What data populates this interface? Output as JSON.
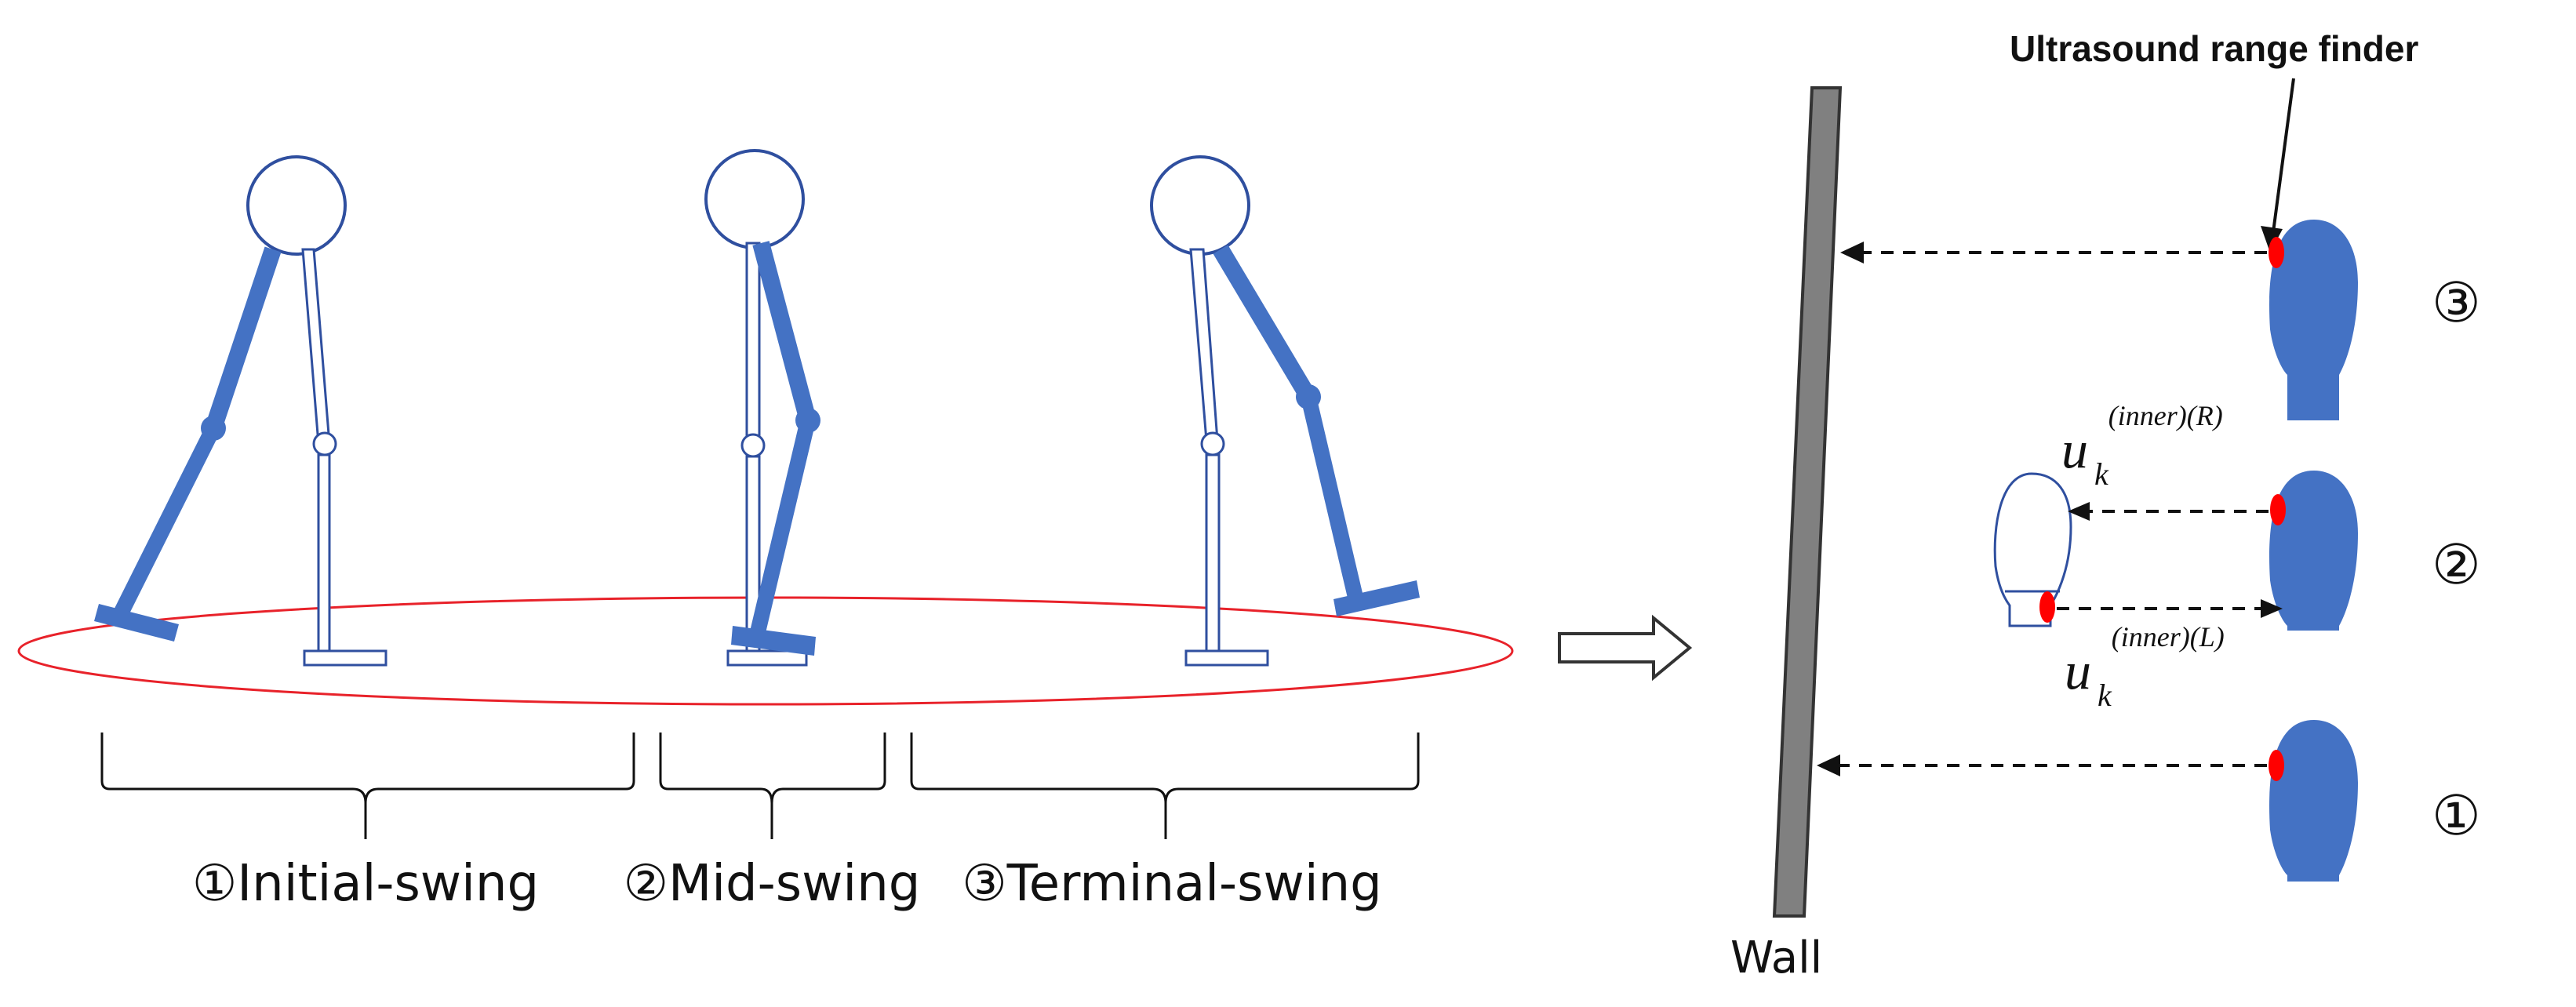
{
  "phases": [
    {
      "label": "①Initial-swing"
    },
    {
      "label": "②Mid-swing"
    },
    {
      "label": "③Terminal-swing"
    }
  ],
  "sensor": {
    "title": "Ultrasound range finder",
    "wall_label": "Wall",
    "markers": [
      "③",
      "②",
      "①"
    ]
  },
  "math": {
    "u_right": {
      "base": "u",
      "sub": "k",
      "sup": "(inner)(R)"
    },
    "u_left": {
      "base": "u",
      "sub": "k",
      "sup": "(inner)(L)"
    }
  },
  "colors": {
    "leg_blue": "#4472c4",
    "foot_blue": "#4472c4",
    "ellipse_red": "#e8222a",
    "sensor_red": "#ff0000",
    "wall_gray": "#808080",
    "outline": "#2f4f9f"
  }
}
